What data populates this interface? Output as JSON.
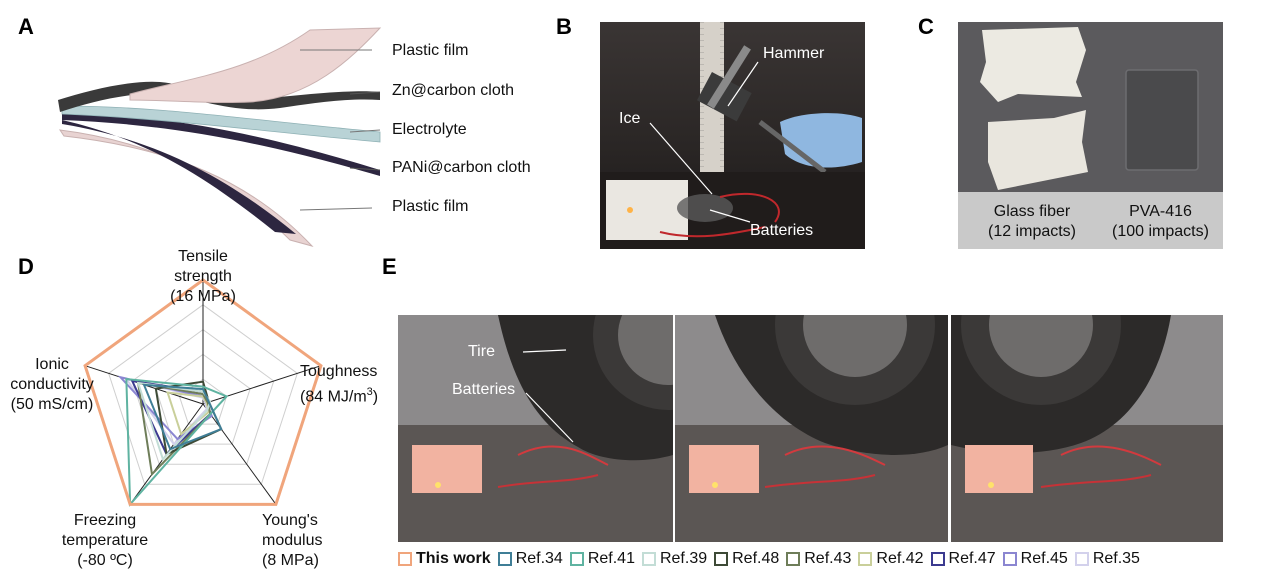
{
  "panels": {
    "a": "A",
    "b": "B",
    "c": "C",
    "d": "D",
    "e": "E"
  },
  "panel_a": {
    "layers": [
      "Plastic film",
      "Zn@carbon cloth",
      "Electrolyte",
      "PANi@carbon cloth",
      "Plastic film"
    ],
    "colors": {
      "plastic": "#e9d3d1",
      "zn": "#3a3a3a",
      "electrolyte": "#b9d3d6",
      "pani": "#2d2640"
    }
  },
  "panel_b": {
    "hammer": "Hammer",
    "ice": "Ice",
    "batteries": "Batteries"
  },
  "panel_c": {
    "glass_fiber": "Glass fiber",
    "glass_fiber_impacts": "(12 impacts)",
    "pva": "PVA-416",
    "pva_impacts": "(100 impacts)"
  },
  "panel_e": {
    "tire": "Tire",
    "batteries": "Batteries"
  },
  "chart_data": {
    "type": "radar",
    "axes": [
      {
        "name": "Tensile strength",
        "unit": "(16 MPa)"
      },
      {
        "name": "Toughness",
        "unit": "(84 MJ/m3)"
      },
      {
        "name": "Young's modulus",
        "unit": "(8 MPa)"
      },
      {
        "name": "Freezing temperature",
        "unit": "(-80 ºC)"
      },
      {
        "name": "Ionic conductivity",
        "unit": "(50 mS/cm)"
      }
    ],
    "axis_labels": {
      "tensile": [
        "Tensile",
        "strength",
        "(16 MPa)"
      ],
      "toughness": [
        "Toughness",
        "(84 MJ/m",
        "3",
        ")"
      ],
      "youngs": [
        "Young's",
        "modulus",
        "(8 MPa)"
      ],
      "freezing": [
        "Freezing",
        "temperature",
        "(-80 ºC)"
      ],
      "ionic": [
        "Ionic",
        "conductivity",
        "(50 mS/cm)"
      ]
    },
    "grid_levels": 5,
    "series": [
      {
        "name": "This work",
        "color": "#f0a57c",
        "values": [
          1.0,
          1.0,
          1.0,
          1.0,
          1.0
        ]
      },
      {
        "name": "Ref.34",
        "color": "#3f7e96",
        "values": [
          0.12,
          0.05,
          0.25,
          0.45,
          0.5
        ]
      },
      {
        "name": "Ref.41",
        "color": "#5fb3a1",
        "values": [
          0.14,
          0.2,
          0.1,
          1.0,
          0.65
        ]
      },
      {
        "name": "Ref.39",
        "color": "#c3ddd6",
        "values": [
          0.1,
          0.06,
          0.06,
          0.55,
          0.55
        ]
      },
      {
        "name": "Ref.48",
        "color": "#3d4a36",
        "values": [
          0.18,
          0.05,
          0.25,
          0.5,
          0.4
        ]
      },
      {
        "name": "Ref.43",
        "color": "#6e7d59",
        "values": [
          0.08,
          0.04,
          0.1,
          0.7,
          0.55
        ]
      },
      {
        "name": "Ref.42",
        "color": "#c9cf9a",
        "values": [
          0.06,
          0.03,
          0.08,
          0.3,
          0.3
        ]
      },
      {
        "name": "Ref.47",
        "color": "#3b3a8f",
        "values": [
          0.1,
          0.04,
          0.1,
          0.5,
          0.6
        ]
      },
      {
        "name": "Ref.45",
        "color": "#8b86d1",
        "values": [
          0.06,
          0.03,
          0.12,
          0.35,
          0.7
        ]
      },
      {
        "name": "Ref.35",
        "color": "#d3d1ec",
        "values": [
          0.05,
          0.02,
          0.05,
          0.4,
          0.65
        ]
      }
    ]
  },
  "legend": [
    "This work",
    "Ref.34",
    "Ref.41",
    "Ref.39",
    "Ref.48",
    "Ref.43",
    "Ref.42",
    "Ref.47",
    "Ref.45",
    "Ref.35"
  ]
}
